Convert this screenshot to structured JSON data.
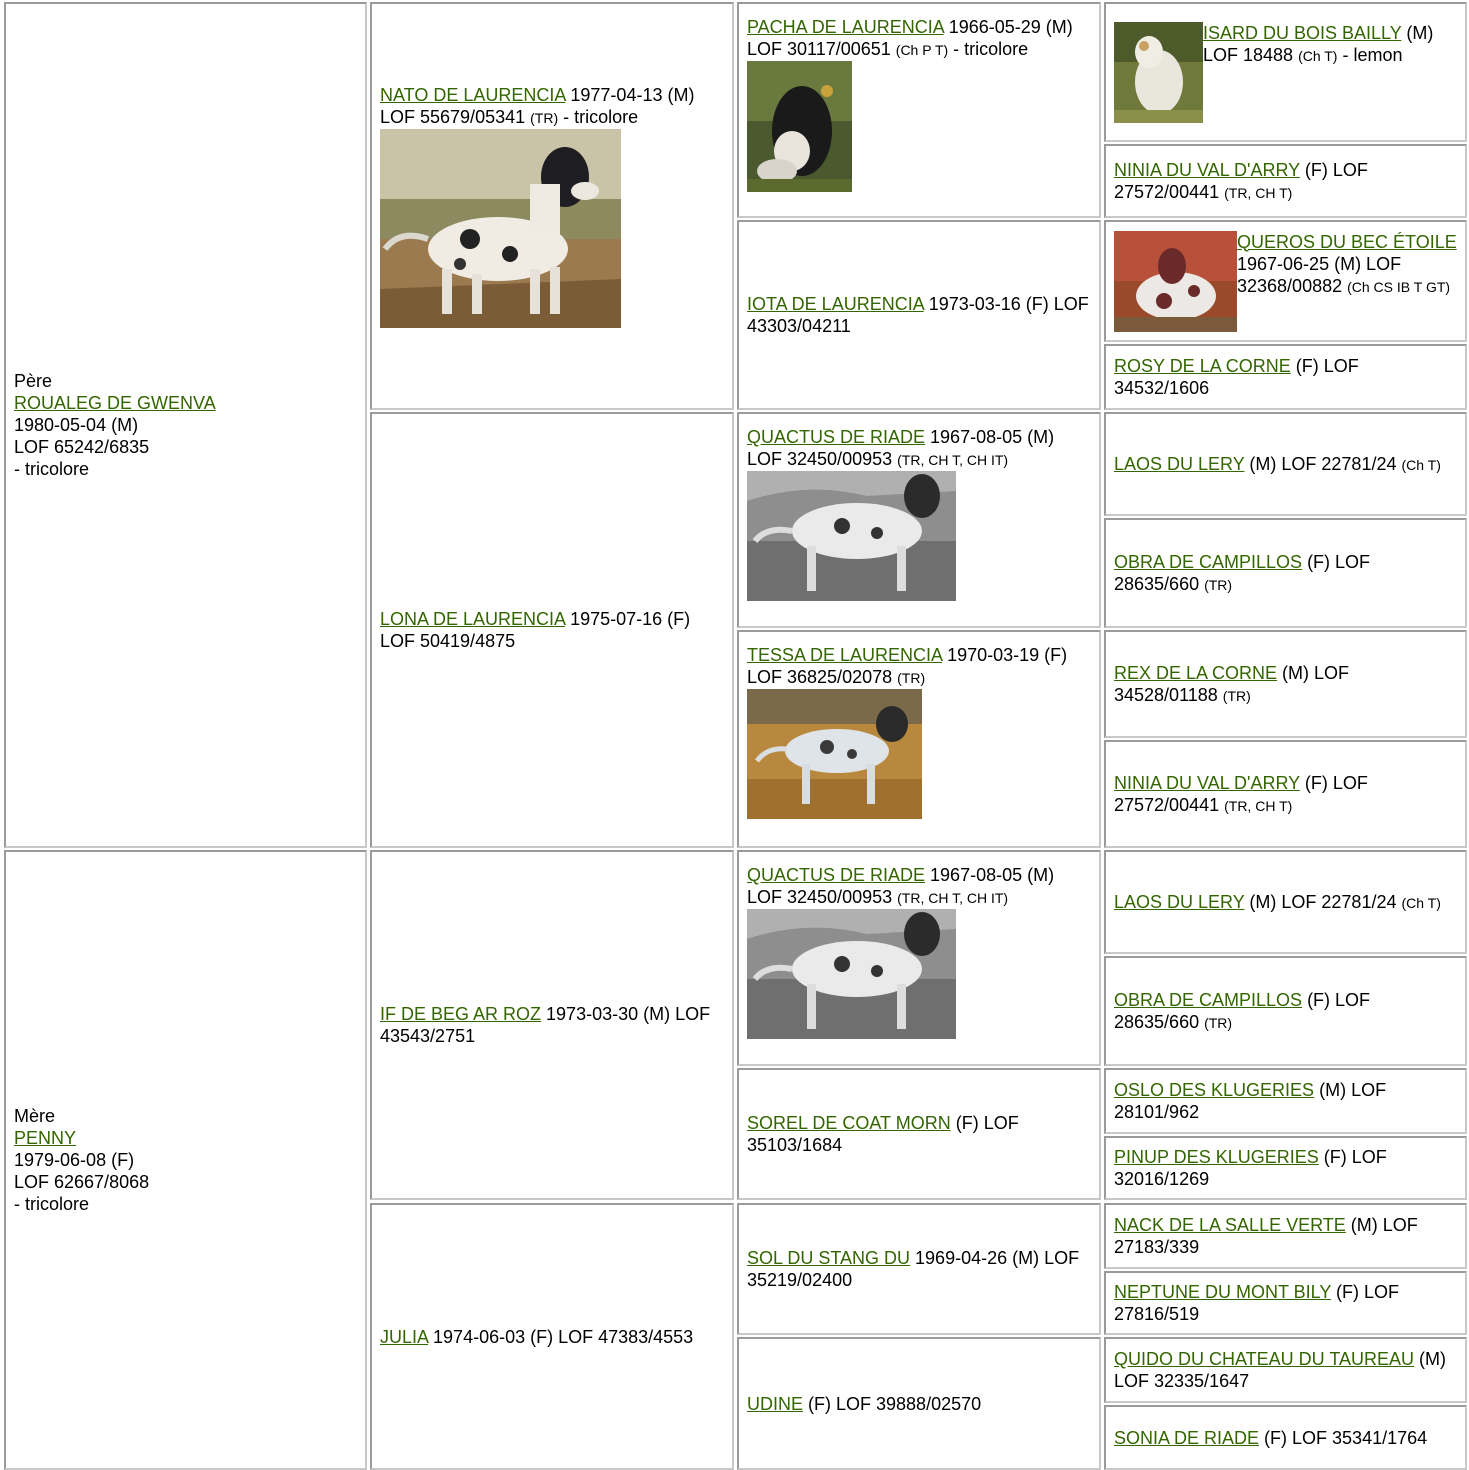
{
  "sire": {
    "heading": "Père",
    "name": "ROUALEG DE GWENVA",
    "line1": "1980-05-04 (M)",
    "line2": "LOF 65242/6835",
    "line3": "- tricolore"
  },
  "dam": {
    "heading": "Mère",
    "name": "PENNY",
    "line1": "1979-06-08 (F)",
    "line2": "LOF 62667/8068",
    "line3": "- tricolore"
  },
  "g2": [
    {
      "name": "NATO DE LAURENCIA",
      "info": " 1977-04-13 (M) LOF 55679/05341 ",
      "titles": "(TR)",
      "tail": " - tricolore"
    },
    {
      "name": "LONA DE LAURENCIA",
      "info": " 1975-07-16 (F) LOF 50419/4875",
      "titles": "",
      "tail": ""
    },
    {
      "name": "IF DE BEG AR ROZ",
      "info": " 1973-03-30 (M) LOF 43543/2751",
      "titles": "",
      "tail": ""
    },
    {
      "name": "JULIA",
      "info": " 1974-06-03 (F) LOF 47383/4553",
      "titles": "",
      "tail": ""
    }
  ],
  "g3": [
    {
      "name": "PACHA DE LAURENCIA",
      "info": " 1966-05-29 (M) LOF 30117/00651 ",
      "titles": "(Ch P T)",
      "tail": " - tricolore"
    },
    {
      "name": "IOTA DE LAURENCIA",
      "info": " 1973-03-16 (F) LOF 43303/04211",
      "titles": "",
      "tail": ""
    },
    {
      "name": "QUACTUS DE RIADE",
      "info": " 1967-08-05 (M) LOF 32450/00953 ",
      "titles": "(TR, CH T, CH IT)",
      "tail": ""
    },
    {
      "name": "TESSA DE LAURENCIA",
      "info": " 1970-03-19 (F) LOF 36825/02078 ",
      "titles": "(TR)",
      "tail": ""
    },
    {
      "name": "QUACTUS DE RIADE",
      "info": " 1967-08-05 (M) LOF 32450/00953 ",
      "titles": "(TR, CH T, CH IT)",
      "tail": ""
    },
    {
      "name": "SOREL DE COAT MORN",
      "info": " (F) LOF 35103/1684",
      "titles": "",
      "tail": ""
    },
    {
      "name": "SOL DU STANG DU",
      "info": " 1969-04-26 (M) LOF 35219/02400",
      "titles": "",
      "tail": ""
    },
    {
      "name": "UDINE",
      "info": " (F) LOF 39888/02570",
      "titles": "",
      "tail": ""
    }
  ],
  "g4": [
    {
      "name": "ISARD DU BOIS BAILLY",
      "info": " (M) LOF 18488 ",
      "titles": "(Ch T)",
      "tail": " - lemon"
    },
    {
      "name": "NINIA DU VAL D'ARRY",
      "info": " (F) LOF 27572/00441 ",
      "titles": "(TR, CH T)",
      "tail": ""
    },
    {
      "name": "QUEROS DU BEC ÉTOILE",
      "info": " 1967-06-25 (M) LOF 32368/00882 ",
      "titles": "(Ch CS IB T GT)",
      "tail": ""
    },
    {
      "name": "ROSY DE LA CORNE",
      "info": " (F) LOF 34532/1606",
      "titles": "",
      "tail": ""
    },
    {
      "name": "LAOS DU LERY",
      "info": " (M) LOF 22781/24 ",
      "titles": "(Ch T)",
      "tail": ""
    },
    {
      "name": "OBRA DE CAMPILLOS",
      "info": " (F) LOF 28635/660 ",
      "titles": "(TR)",
      "tail": ""
    },
    {
      "name": "REX DE LA CORNE",
      "info": " (M) LOF 34528/01188 ",
      "titles": "(TR)",
      "tail": ""
    },
    {
      "name": "NINIA DU VAL D'ARRY",
      "info": " (F) LOF 27572/00441 ",
      "titles": "(TR, CH T)",
      "tail": ""
    },
    {
      "name": "LAOS DU LERY",
      "info": " (M) LOF 22781/24 ",
      "titles": "(Ch T)",
      "tail": ""
    },
    {
      "name": "OBRA DE CAMPILLOS",
      "info": " (F) LOF 28635/660 ",
      "titles": "(TR)",
      "tail": ""
    },
    {
      "name": "OSLO DES KLUGERIES",
      "info": " (M) LOF 28101/962",
      "titles": "",
      "tail": ""
    },
    {
      "name": "PINUP DES KLUGERIES",
      "info": " (F) LOF 32016/1269",
      "titles": "",
      "tail": ""
    },
    {
      "name": "NACK DE LA SALLE VERTE",
      "info": " (M) LOF 27183/339",
      "titles": "",
      "tail": ""
    },
    {
      "name": "NEPTUNE DU MONT BILY",
      "info": " (F) LOF 27816/519",
      "titles": "",
      "tail": ""
    },
    {
      "name": "QUIDO DU CHATEAU DU TAUREAU",
      "info": " (M) LOF 32335/1647",
      "titles": "",
      "tail": ""
    },
    {
      "name": "SONIA DE RIADE",
      "info": " (F) LOF 35341/1764",
      "titles": "",
      "tail": ""
    }
  ],
  "colors": {
    "link": "#336600",
    "border": "#9a9a9a"
  }
}
